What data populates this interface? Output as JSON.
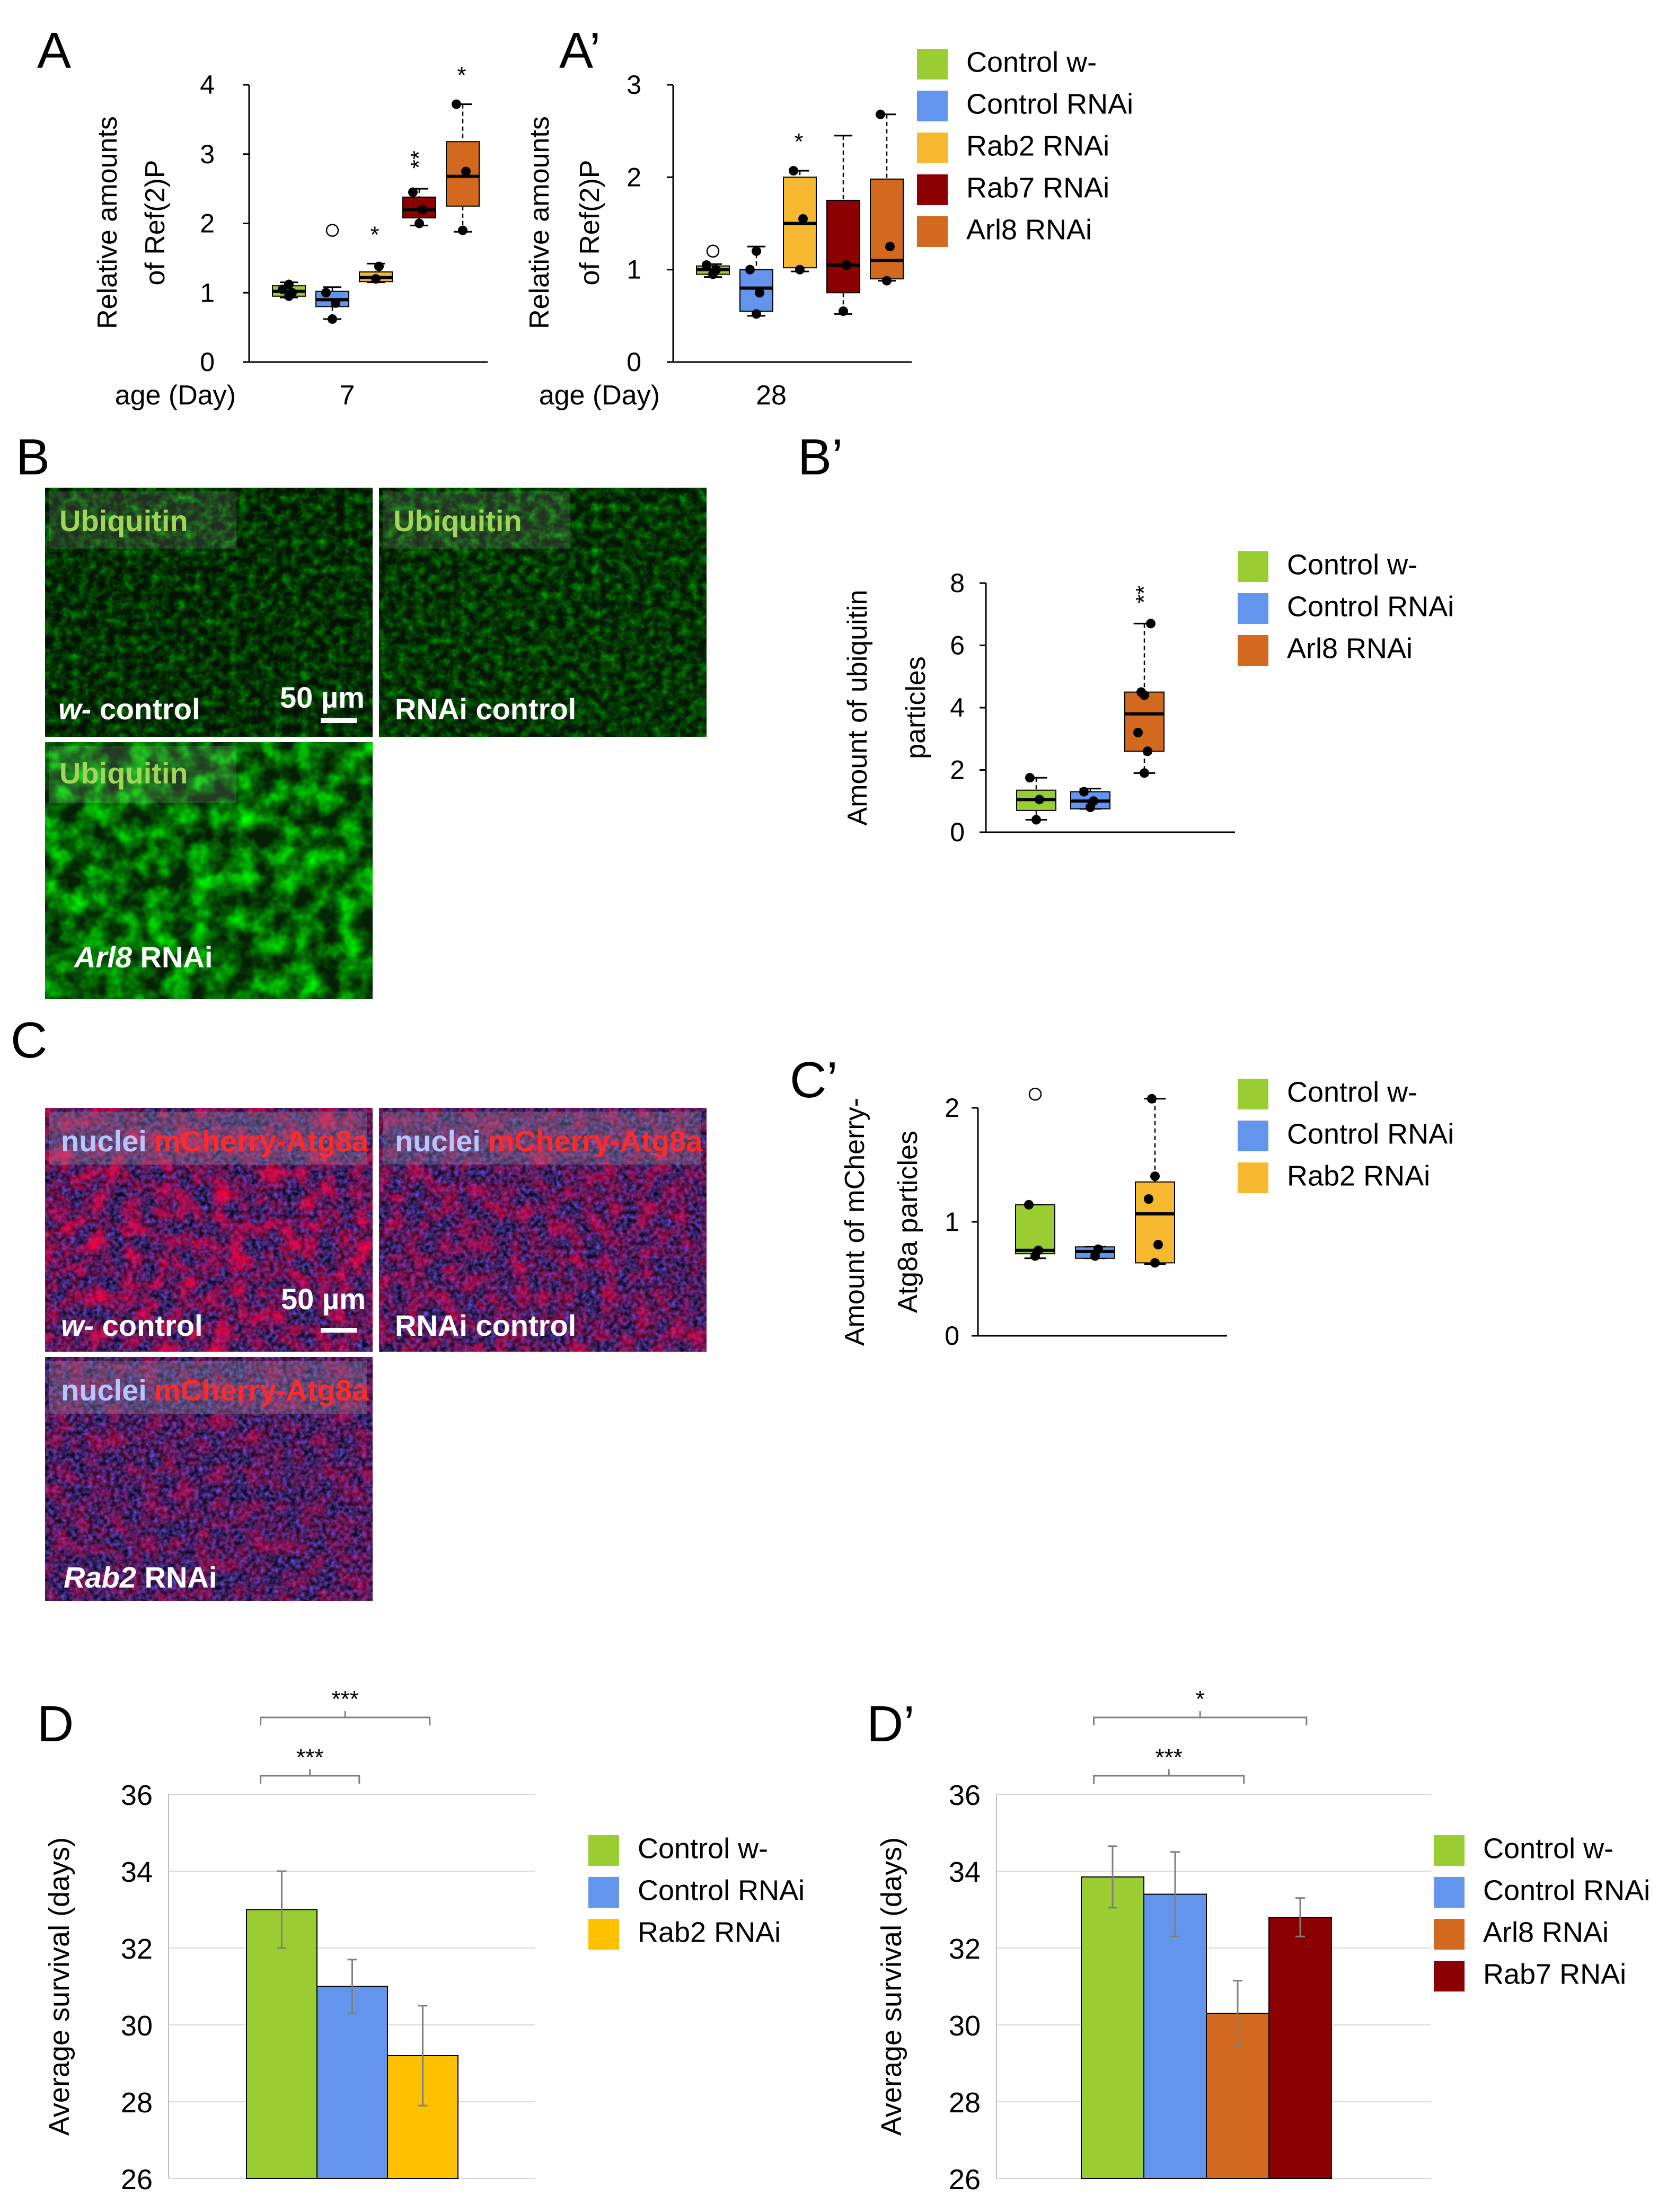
{
  "colors": {
    "control_w": "#9ACD32",
    "control_rnai": "#6495ED",
    "rab2": "#F5B82E",
    "rab7": "#8B0000",
    "arl8": "#D2691E",
    "rab2_bar": "#FFC000"
  },
  "panels": {
    "A": "A",
    "A_prime": "A’",
    "B": "B",
    "B_prime": "B’",
    "C": "C",
    "C_prime": "C’",
    "D": "D",
    "D_prime": "D’"
  },
  "legends": {
    "A": [
      "Control w-",
      "Control RNAi",
      "Rab2 RNAi",
      "Rab7 RNAi",
      "Arl8 RNAi"
    ],
    "B": [
      "Control w-",
      "Control RNAi",
      "Arl8 RNAi"
    ],
    "C": [
      "Control w-",
      "Control RNAi",
      "Rab2 RNAi"
    ],
    "D": [
      "Control w-",
      "Control RNAi",
      "Rab2 RNAi"
    ],
    "D_prime": [
      "Control w-",
      "Control RNAi",
      "Arl8 RNAi",
      "Rab7 RNAi"
    ]
  },
  "micrographs": {
    "B": [
      {
        "stain": "Ubiquitin",
        "condition_prefix": "w-",
        "condition_suffix": " control",
        "scale": "50 µm"
      },
      {
        "stain": "Ubiquitin",
        "condition_prefix": "",
        "condition_suffix": "RNAi control",
        "scale": ""
      },
      {
        "stain": "Ubiquitin",
        "condition_prefix": "Arl8",
        "condition_suffix": " RNAi",
        "scale": ""
      }
    ],
    "C": [
      {
        "stain1": "nuclei",
        "stain2": "mCherry-Atg8a",
        "condition_prefix": "w-",
        "condition_suffix": " control",
        "scale": "50 µm"
      },
      {
        "stain1": "nuclei",
        "stain2": "mCherry-Atg8a",
        "condition_prefix": "",
        "condition_suffix": "RNAi control",
        "scale": ""
      },
      {
        "stain1": "nuclei",
        "stain2": "mCherry-Atg8a",
        "condition_prefix": "Rab2",
        "condition_suffix": " RNAi",
        "scale": ""
      }
    ]
  },
  "chart_data": [
    {
      "id": "A",
      "type": "box",
      "ylabel": [
        "Relative amounts",
        "of Ref(2)P"
      ],
      "xlabel": "age (Day)",
      "x_group": "7",
      "ylim": [
        0,
        4
      ],
      "yticks": [
        0,
        1,
        2,
        3,
        4
      ],
      "boxes": [
        {
          "name": "Control w-",
          "color": "control_w",
          "min": 0.93,
          "q1": 0.95,
          "median": 1.02,
          "q3": 1.1,
          "max": 1.15,
          "points": [
            0.95,
            1.0,
            1.05,
            1.12
          ],
          "outliers": [],
          "sig": ""
        },
        {
          "name": "Control RNAi",
          "color": "control_rnai",
          "min": 0.62,
          "q1": 0.8,
          "median": 0.9,
          "q3": 1.02,
          "max": 1.08,
          "points": [
            0.62,
            0.85,
            1.0
          ],
          "outliers": [
            1.9
          ],
          "sig": ""
        },
        {
          "name": "Rab2 RNAi",
          "color": "rab2",
          "min": 1.15,
          "q1": 1.16,
          "median": 1.22,
          "q3": 1.3,
          "max": 1.42,
          "points": [
            1.2,
            1.38
          ],
          "outliers": [],
          "sig": "*"
        },
        {
          "name": "Rab7 RNAi",
          "color": "rab7",
          "min": 1.97,
          "q1": 2.08,
          "median": 2.2,
          "q3": 2.38,
          "max": 2.5,
          "points": [
            2.0,
            2.2,
            2.45
          ],
          "outliers": [],
          "sig": "**"
        },
        {
          "name": "Arl8 RNAi",
          "color": "arl8",
          "min": 1.88,
          "q1": 2.25,
          "median": 2.68,
          "q3": 3.18,
          "max": 3.72,
          "points": [
            1.9,
            2.75,
            3.72
          ],
          "outliers": [],
          "sig": "*"
        }
      ]
    },
    {
      "id": "A_prime",
      "type": "box",
      "ylabel": [
        "Relative amounts",
        "of Ref(2)P"
      ],
      "xlabel": "age (Day)",
      "x_group": "28",
      "ylim": [
        0,
        3
      ],
      "yticks": [
        0,
        1,
        2,
        3
      ],
      "boxes": [
        {
          "name": "Control w-",
          "color": "control_w",
          "min": 0.92,
          "q1": 0.95,
          "median": 1.0,
          "q3": 1.04,
          "max": 1.06,
          "points": [
            0.95,
            1.0,
            1.05
          ],
          "outliers": [
            1.2
          ],
          "sig": ""
        },
        {
          "name": "Control RNAi",
          "color": "control_rnai",
          "min": 0.5,
          "q1": 0.55,
          "median": 0.8,
          "q3": 1.0,
          "max": 1.25,
          "points": [
            0.52,
            0.75,
            1.0,
            1.2
          ],
          "outliers": [],
          "sig": ""
        },
        {
          "name": "Rab2 RNAi",
          "color": "rab2",
          "min": 0.98,
          "q1": 1.02,
          "median": 1.5,
          "q3": 2.0,
          "max": 2.07,
          "points": [
            1.0,
            1.55,
            2.07
          ],
          "outliers": [],
          "sig": "*"
        },
        {
          "name": "Rab7 RNAi",
          "color": "rab7",
          "min": 0.52,
          "q1": 0.75,
          "median": 1.05,
          "q3": 1.75,
          "max": 2.45,
          "points": [
            0.55,
            1.05
          ],
          "outliers": [],
          "sig": ""
        },
        {
          "name": "Arl8 RNAi",
          "color": "arl8",
          "min": 0.88,
          "q1": 0.9,
          "median": 1.1,
          "q3": 1.98,
          "max": 2.68,
          "points": [
            0.88,
            1.25,
            2.68
          ],
          "outliers": [],
          "sig": ""
        }
      ]
    },
    {
      "id": "B_prime",
      "type": "box",
      "ylabel": [
        "Amount of ubiquitin",
        "particles"
      ],
      "xlabel": "",
      "x_group": "",
      "ylim": [
        0,
        8
      ],
      "yticks": [
        0,
        2,
        4,
        6,
        8
      ],
      "boxes": [
        {
          "name": "Control w-",
          "color": "control_w",
          "min": 0.4,
          "q1": 0.7,
          "median": 1.05,
          "q3": 1.35,
          "max": 1.75,
          "points": [
            0.4,
            1.05,
            1.75
          ],
          "outliers": [],
          "sig": ""
        },
        {
          "name": "Control RNAi",
          "color": "control_rnai",
          "min": 0.75,
          "q1": 0.75,
          "median": 1.0,
          "q3": 1.3,
          "max": 1.4,
          "points": [
            0.8,
            1.0,
            1.3
          ],
          "outliers": [],
          "sig": ""
        },
        {
          "name": "Arl8 RNAi",
          "color": "arl8",
          "min": 1.9,
          "q1": 2.6,
          "median": 3.8,
          "q3": 4.5,
          "max": 6.7,
          "points": [
            1.9,
            2.6,
            3.2,
            4.4,
            4.5,
            6.7
          ],
          "outliers": [],
          "sig": "**"
        }
      ]
    },
    {
      "id": "C_prime",
      "type": "box",
      "ylabel": [
        "Amount of mCherry-",
        "Atg8a particles"
      ],
      "xlabel": "",
      "x_group": "",
      "ylim": [
        0,
        2
      ],
      "yticks": [
        0,
        1,
        2
      ],
      "boxes": [
        {
          "name": "Control w-",
          "color": "control_w",
          "min": 0.68,
          "q1": 0.72,
          "median": 0.75,
          "q3": 1.15,
          "max": 1.15,
          "points": [
            0.7,
            0.75,
            1.15
          ],
          "outliers": [
            2.12
          ],
          "sig": ""
        },
        {
          "name": "Control RNAi",
          "color": "control_rnai",
          "min": 0.68,
          "q1": 0.68,
          "median": 0.74,
          "q3": 0.78,
          "max": 0.78,
          "points": [
            0.7,
            0.76
          ],
          "outliers": [],
          "sig": ""
        },
        {
          "name": "Rab2 RNAi",
          "color": "rab2",
          "min": 0.63,
          "q1": 0.64,
          "median": 1.07,
          "q3": 1.35,
          "max": 2.08,
          "points": [
            0.64,
            0.8,
            1.2,
            1.4,
            2.08
          ],
          "outliers": [],
          "sig": ""
        }
      ]
    },
    {
      "id": "D",
      "type": "bar",
      "ylabel": "Average survival (days)",
      "ylim": [
        26,
        36
      ],
      "yticks": [
        26,
        28,
        30,
        32,
        34,
        36
      ],
      "categories": [
        "Control w-",
        "Control RNAi",
        "Rab2 RNAi"
      ],
      "values": [
        33.0,
        31.0,
        29.2
      ],
      "errors": [
        1.0,
        0.7,
        1.3
      ],
      "colors": [
        "control_w",
        "control_rnai",
        "rab2_bar"
      ],
      "brackets": [
        {
          "from": 0,
          "to": 1,
          "label": "***",
          "level": 1
        },
        {
          "from": 0,
          "to": 2,
          "label": "***",
          "level": 2
        }
      ]
    },
    {
      "id": "D_prime",
      "type": "bar",
      "ylabel": "Average survival (days)",
      "ylim": [
        26,
        36
      ],
      "yticks": [
        26,
        28,
        30,
        32,
        34,
        36
      ],
      "categories": [
        "Control w-",
        "Control RNAi",
        "Arl8 RNAi",
        "Rab7 RNAi"
      ],
      "values": [
        33.85,
        33.4,
        30.3,
        32.8
      ],
      "errors": [
        0.8,
        1.1,
        0.85,
        0.5
      ],
      "colors": [
        "control_w",
        "control_rnai",
        "arl8",
        "rab7"
      ],
      "brackets": [
        {
          "from": 0,
          "to": 2,
          "label": "***",
          "level": 1
        },
        {
          "from": 0,
          "to": 3,
          "label": "*",
          "level": 2
        }
      ]
    }
  ]
}
